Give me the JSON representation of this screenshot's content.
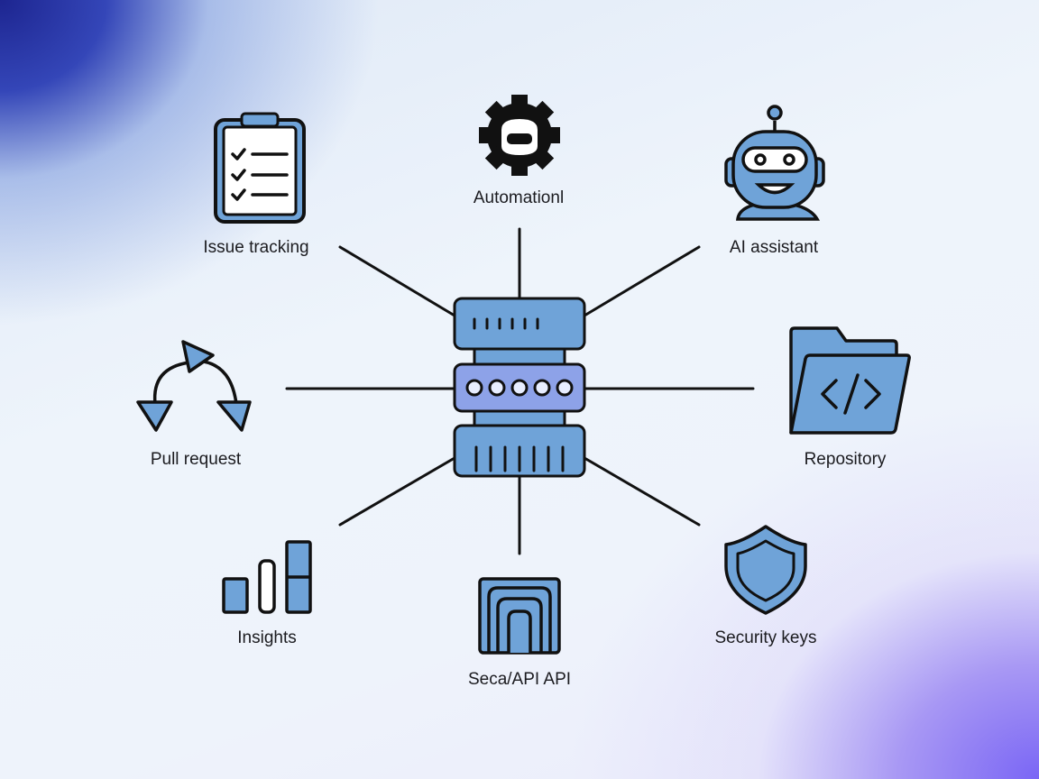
{
  "nodes": {
    "issue_tracking": "Issue tracking",
    "automation": "Automationl",
    "ai_assistant": "AI assistant",
    "pull_request": "Pull request",
    "repository": "Repository",
    "insights": "Insights",
    "api": "Seca/API API",
    "security_keys": "Security keys"
  },
  "hub": {
    "icon": "server-icon"
  },
  "icons": {
    "issue_tracking": "clipboard-checklist-icon",
    "automation": "gear-icon",
    "ai_assistant": "robot-icon",
    "pull_request": "arrows-cycle-icon",
    "repository": "code-folder-icon",
    "insights": "bar-chart-icon",
    "api": "api-gate-icon",
    "security_keys": "shield-icon"
  },
  "colors": {
    "icon_fill": "#6fa3d8",
    "hub_middle": "#8da2e8",
    "outline": "#111111"
  }
}
